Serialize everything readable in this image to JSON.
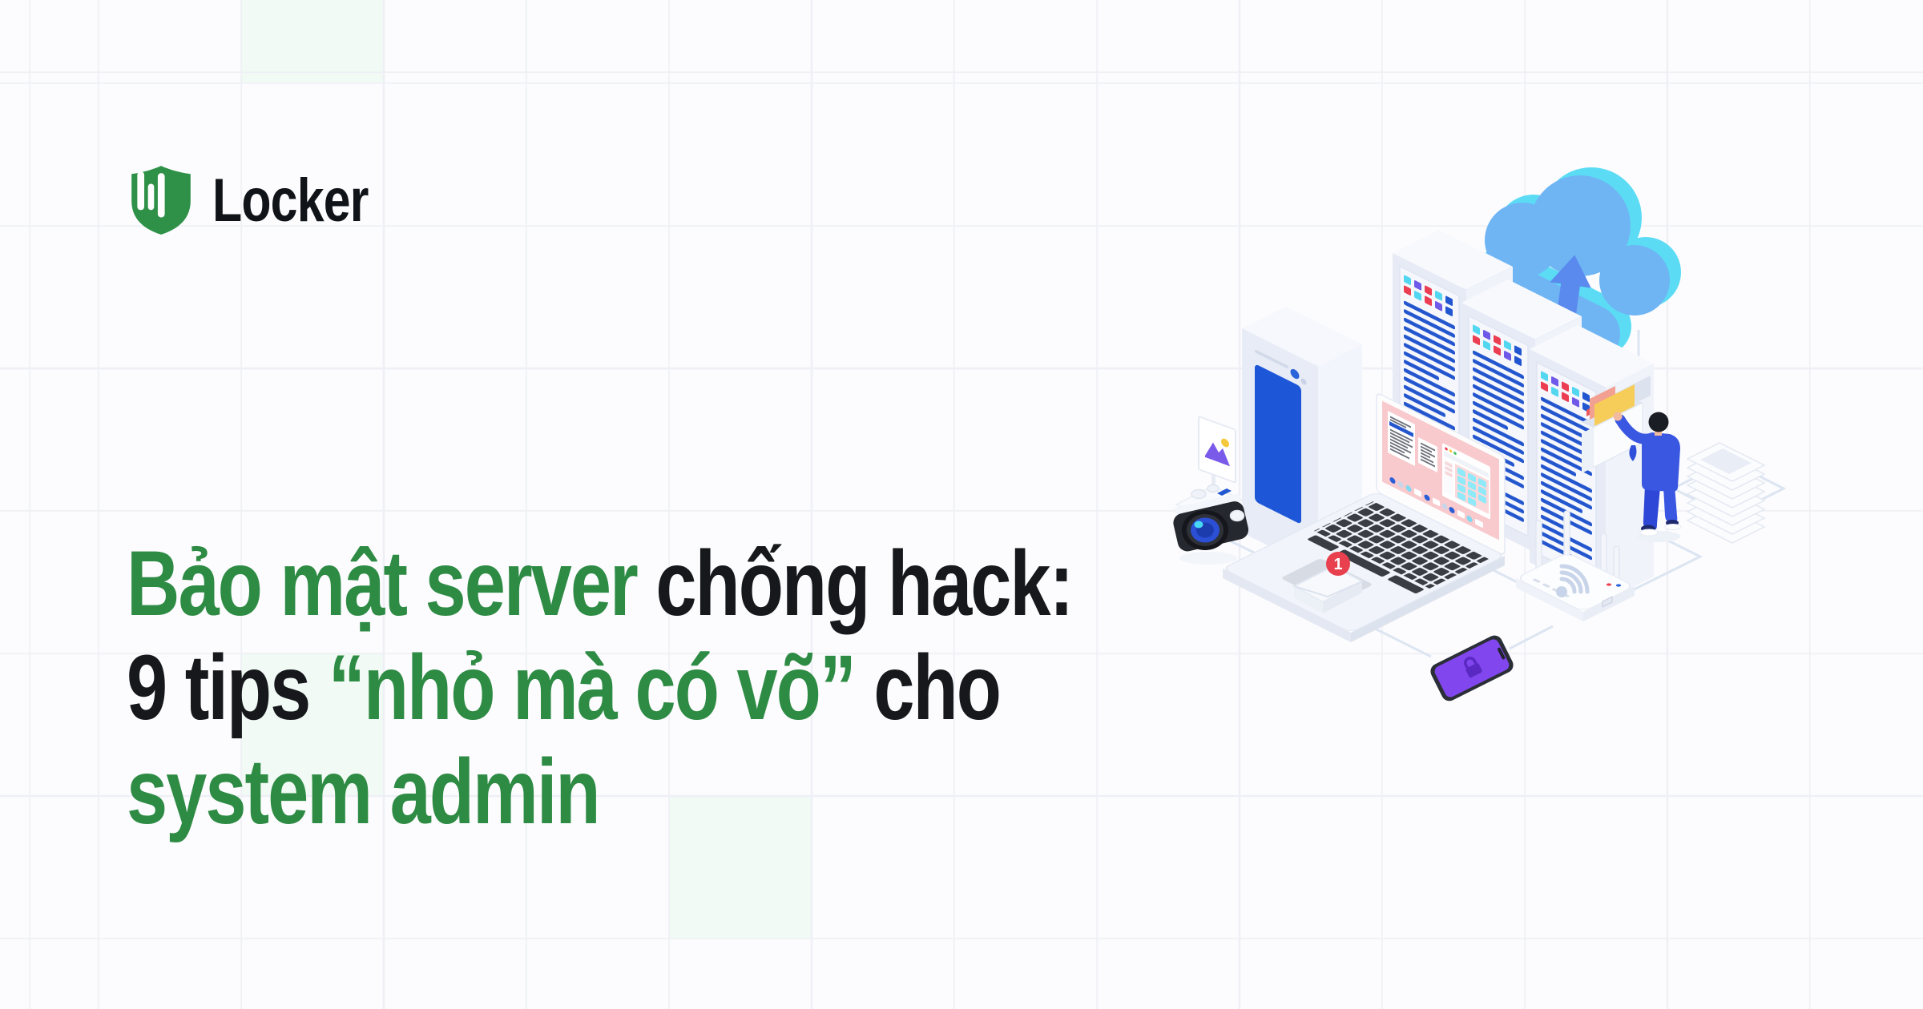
{
  "brand": {
    "name": "Locker"
  },
  "headline": {
    "line1": {
      "green": "Bảo mật server",
      "black": " chống hack:"
    },
    "line2": {
      "black1": "9 tips ",
      "green": "“nhỏ mà có võ”",
      "black2": " cho"
    },
    "line3": {
      "green": "system admin"
    }
  },
  "illustration": {
    "envelope_badge": "1",
    "items": [
      "cloud-upload",
      "server-rack",
      "server-rack",
      "server-rack",
      "desktop-tower",
      "picture-frame",
      "camera",
      "laptop",
      "envelope-notification",
      "wifi-router",
      "smartphone-lock",
      "admin-person",
      "folder-drawer",
      "paper-stack"
    ]
  },
  "colors": {
    "background": "#FCFCFE",
    "grid_line": "#EFF0F5",
    "tint_green": "#F1FAF5",
    "brand_green": "#2E9147",
    "headline_green": "#2E8B44",
    "headline_black": "#16181C",
    "cloud_front_blue": "#6FB5F4",
    "cloud_back_cyan": "#5BDCF4",
    "upload_arrow_blue": "#5A8AEE",
    "server_stripe_blue": "#2456CE",
    "tower_panel_blue": "#1D56D6",
    "screen_pink": "#F9CACD",
    "screen_cyan_tile": "#8FE9F8",
    "badge_red": "#E8404E",
    "phone_purple": "#8146EE",
    "person_blue": "#3A57E2",
    "folder_yellow": "#F6CD58"
  }
}
